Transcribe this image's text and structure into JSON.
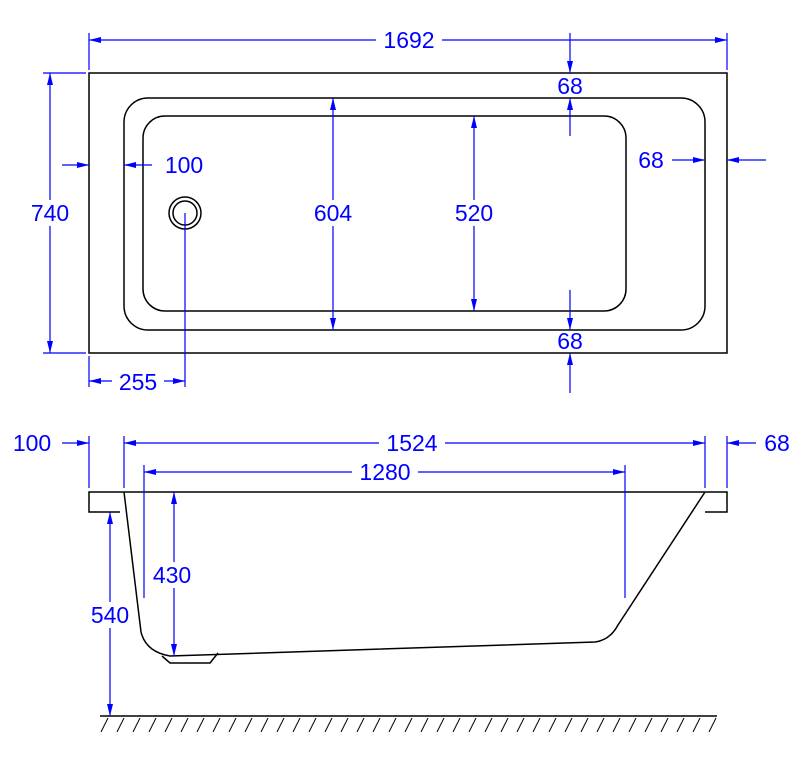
{
  "colors": {
    "dimension": "#0000ff",
    "outline": "#000000"
  },
  "plan_view": {
    "overall_length": "1692",
    "overall_width": "740",
    "rim_end_left": "100",
    "rim_end_right": "68",
    "rim_side_top": "68",
    "rim_side_bottom": "68",
    "inner_width": "604",
    "basin_width": "520",
    "waste_offset": "255"
  },
  "side_view": {
    "rim_end_left": "100",
    "inner_length": "1524",
    "rim_end_right": "68",
    "basin_length": "1280",
    "depth": "430",
    "height": "540"
  }
}
